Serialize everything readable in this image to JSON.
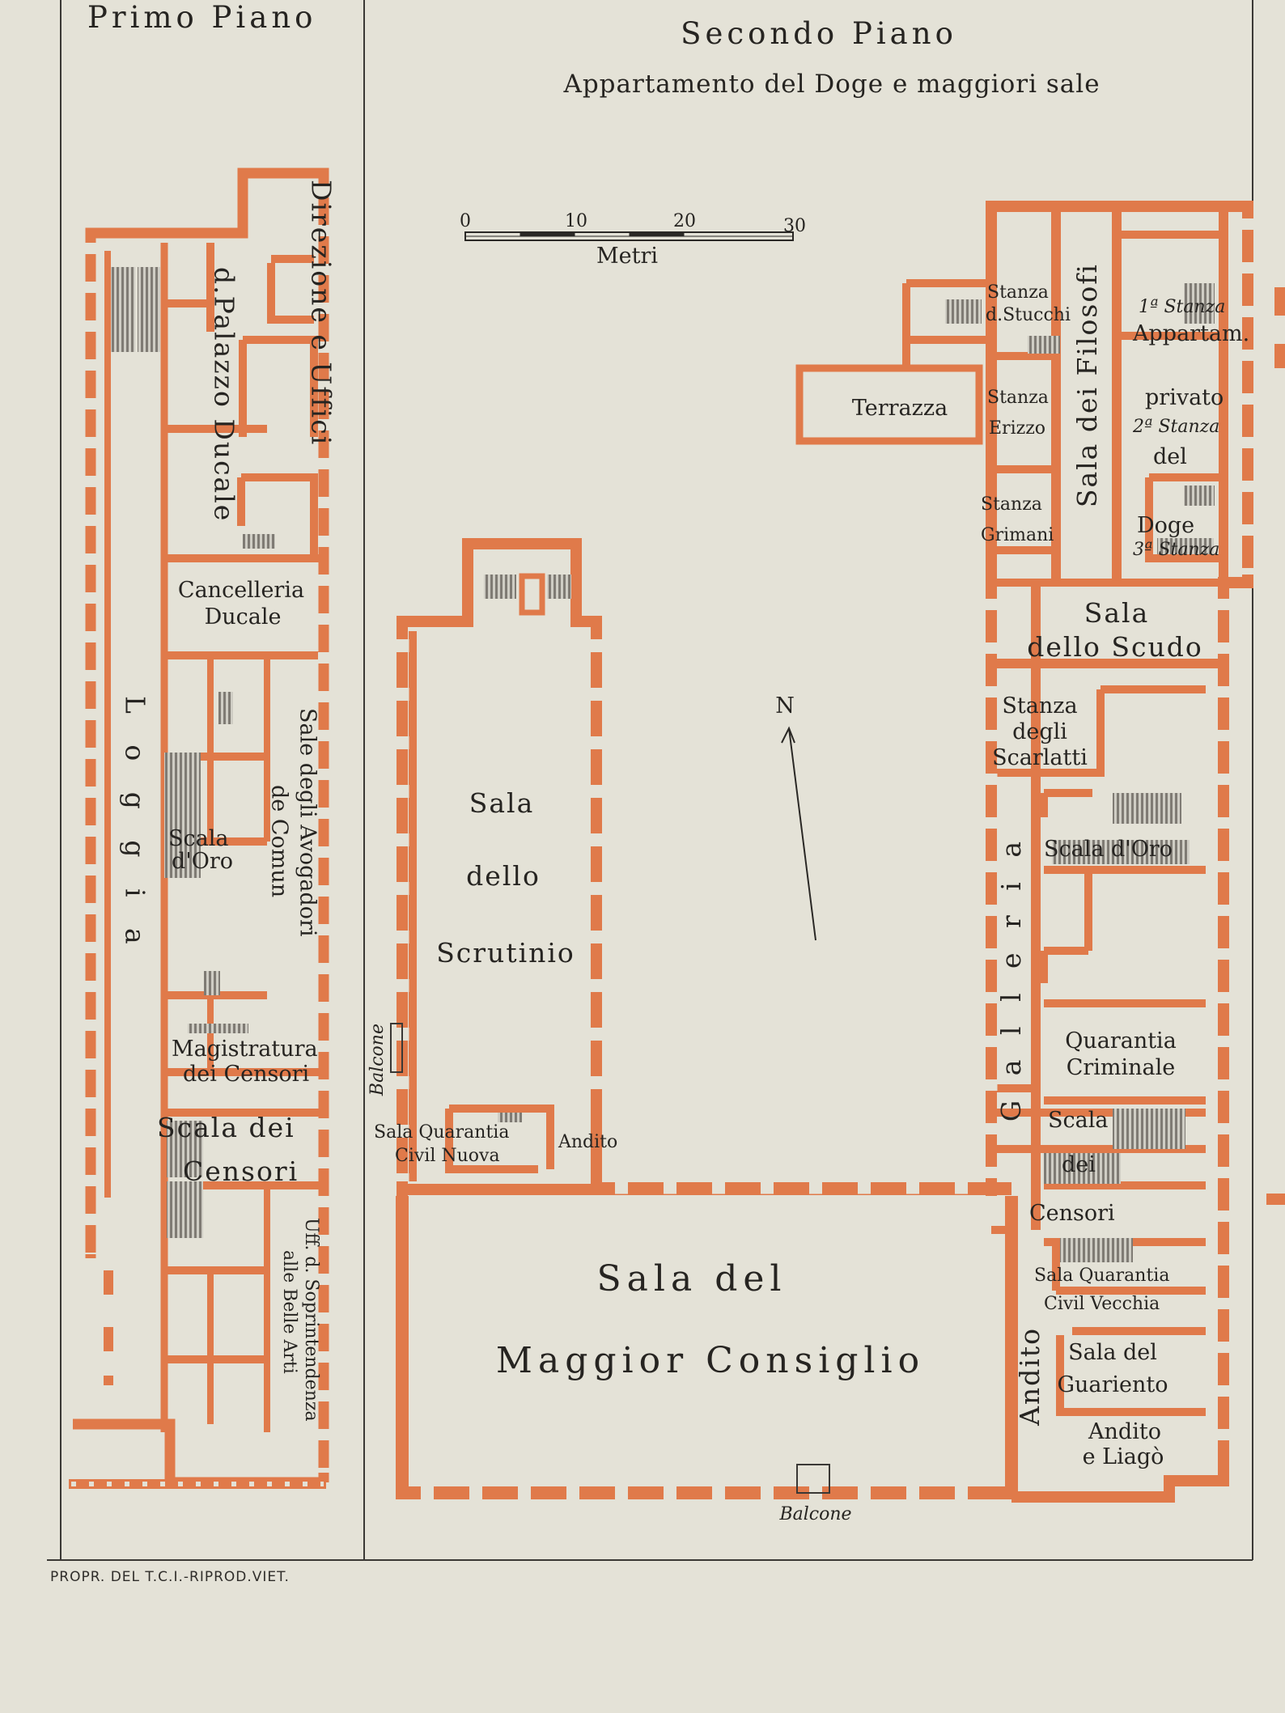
{
  "headers": {
    "left": "Primo Piano",
    "main": "Secondo Piano",
    "subtitle": "Appartamento del Doge e maggiori sale"
  },
  "scale": {
    "ticks": [
      "0",
      "10",
      "20",
      "30"
    ],
    "unit": "Metri"
  },
  "north": "N",
  "left_wing": {
    "direzione_1": "Direzione e Uffici",
    "direzione_2": "d.Palazzo Ducale",
    "cancelleria_1": "Cancelleria",
    "cancelleria_2": "Ducale",
    "loggia": "L o g g i a",
    "sale_1": "Sale degli Avogadori",
    "sale_2": "de Comun",
    "scala_doro_1": "Scala",
    "scala_doro_2": "d'Oro",
    "magistratura_1": "Magistratura",
    "magistratura_2": "dei Censori",
    "scala_censori_1": "Scala  dei",
    "scala_censori_2": "Censori",
    "uff_1": "Uff. d. Soprintendenza",
    "uff_2": "alle Belle Arti"
  },
  "main": {
    "scrutinio_1": "Sala",
    "scrutinio_2": "dello",
    "scrutinio_3": "Scrutinio",
    "balcone_side": "Balcone",
    "quarantia_nuova_1": "Sala Quarantia",
    "quarantia_nuova_2": "Civil Nuova",
    "andito_small": "Andito",
    "maggior_1": "Sala  del",
    "maggior_2": "Maggior  Consiglio",
    "balcone_bottom": "Balcone"
  },
  "right_wing": {
    "terrazza": "Terrazza",
    "stucchi_1": "Stanza",
    "stucchi_2": "d.Stucchi",
    "erizzo_1": "Stanza",
    "erizzo_2": "Erizzo",
    "grimani_1": "Stanza",
    "grimani_2": "Grimani",
    "filosofi": "Sala  dei  Filosofi",
    "stanza1": "1ª Stanza",
    "appartam": "Appartam.",
    "privato": "privato",
    "stanza2": "2ª Stanza",
    "del": "del",
    "doge": "Doge",
    "stanza3": "3ª Stanza",
    "scudo_1": "Sala",
    "scudo_2": "dello  Scudo",
    "scarlatti_1": "Stanza",
    "scarlatti_2": "degli",
    "scarlatti_3": "Scarlatti",
    "galleria": "G a l l e r i a",
    "scala_doro": "Scala d'Oro",
    "criminale_1": "Quarantia",
    "criminale_2": "Criminale",
    "scala_censori_1": "Scala",
    "scala_censori_2": "dei",
    "scala_censori_3": "Censori",
    "quarantia_vecchia_1": "Sala Quarantia",
    "quarantia_vecchia_2": "Civil Vecchia",
    "guariento_1": "Sala del",
    "guariento_2": "Guariento",
    "andito_vert": "Andito",
    "liago_1": "Andito",
    "liago_2": "e Liagò"
  },
  "footer": "PROPR. DEL T.C.I.-RIPROD.VIET.",
  "colors": {
    "paper": "#e4e2d7",
    "wall": "#e07a4a",
    "ink": "#262421",
    "stair": "#8a8680"
  }
}
